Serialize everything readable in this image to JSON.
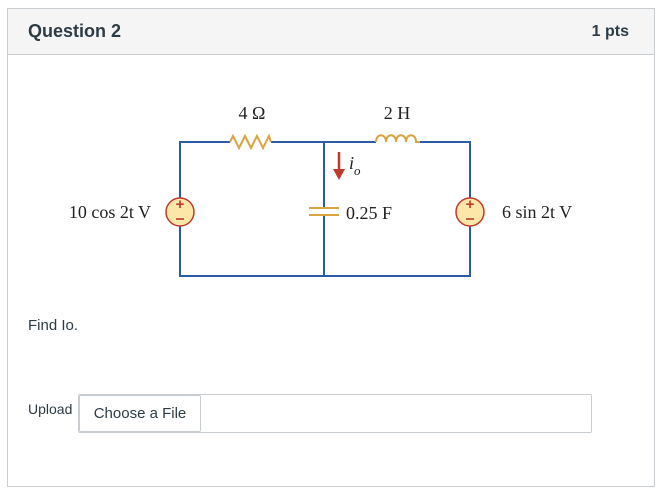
{
  "question": {
    "title": "Question 2",
    "points": "1 pts",
    "prompt": "Find Io."
  },
  "circuit": {
    "resistor_label": "4 Ω",
    "inductor_label": "2 H",
    "capacitor_label": "0.25 F",
    "current_label": "i",
    "current_subscript": "o",
    "left_source_label": "10 cos 2t V",
    "right_source_label": "6 sin 2t V",
    "wire_color": "#2b5aa8",
    "component_color": "#d9a441",
    "arrow_color": "#c0392b",
    "source_fill": "#fde7a8"
  },
  "upload": {
    "label": "Upload",
    "button_label": "Choose a File"
  }
}
